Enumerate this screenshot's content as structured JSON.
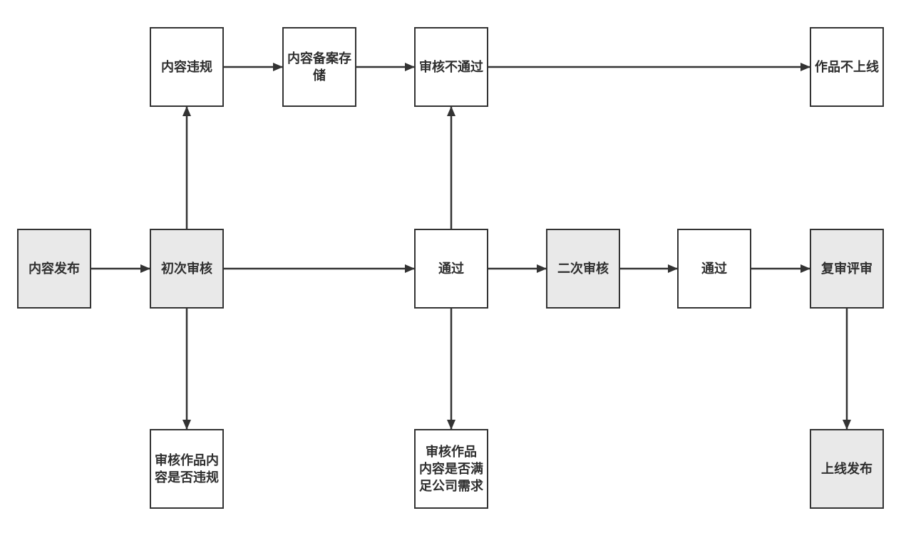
{
  "colors": {
    "background": "#ffffff",
    "node_border": "#333333",
    "node_fill_gray": "#e9e9e9",
    "node_fill_white": "#ffffff",
    "arrow": "#333333",
    "text": "#2e2e2e"
  },
  "nodes": [
    {
      "id": "publish",
      "label": "内容发布",
      "fill": "gray"
    },
    {
      "id": "first-review",
      "label": "初次审核",
      "fill": "gray"
    },
    {
      "id": "violation",
      "label": "内容违规",
      "fill": "white"
    },
    {
      "id": "backup-storage",
      "label": "内容备案存\n储",
      "fill": "white"
    },
    {
      "id": "review-fail",
      "label": "审核不通过",
      "fill": "white"
    },
    {
      "id": "not-online",
      "label": "作品不上线",
      "fill": "white"
    },
    {
      "id": "pass-1",
      "label": "通过",
      "fill": "white"
    },
    {
      "id": "second-review",
      "label": "二次审核",
      "fill": "gray"
    },
    {
      "id": "pass-2",
      "label": "通过",
      "fill": "white"
    },
    {
      "id": "final-review",
      "label": "复审评审",
      "fill": "gray"
    },
    {
      "id": "check-violation",
      "label": "审核作品内\n容是否违规",
      "fill": "white"
    },
    {
      "id": "check-demand",
      "label": "审核作品\n内容是否满\n足公司需求",
      "fill": "white"
    },
    {
      "id": "online-publish",
      "label": "上线发布",
      "fill": "gray"
    }
  ],
  "edges": [
    {
      "from": "publish",
      "to": "first-review"
    },
    {
      "from": "first-review",
      "to": "violation"
    },
    {
      "from": "first-review",
      "to": "pass-1"
    },
    {
      "from": "first-review",
      "to": "check-violation"
    },
    {
      "from": "violation",
      "to": "backup-storage"
    },
    {
      "from": "backup-storage",
      "to": "review-fail"
    },
    {
      "from": "review-fail",
      "to": "not-online"
    },
    {
      "from": "pass-1",
      "to": "review-fail"
    },
    {
      "from": "pass-1",
      "to": "second-review"
    },
    {
      "from": "pass-1",
      "to": "check-demand"
    },
    {
      "from": "second-review",
      "to": "pass-2"
    },
    {
      "from": "pass-2",
      "to": "final-review"
    },
    {
      "from": "final-review",
      "to": "online-publish"
    }
  ]
}
